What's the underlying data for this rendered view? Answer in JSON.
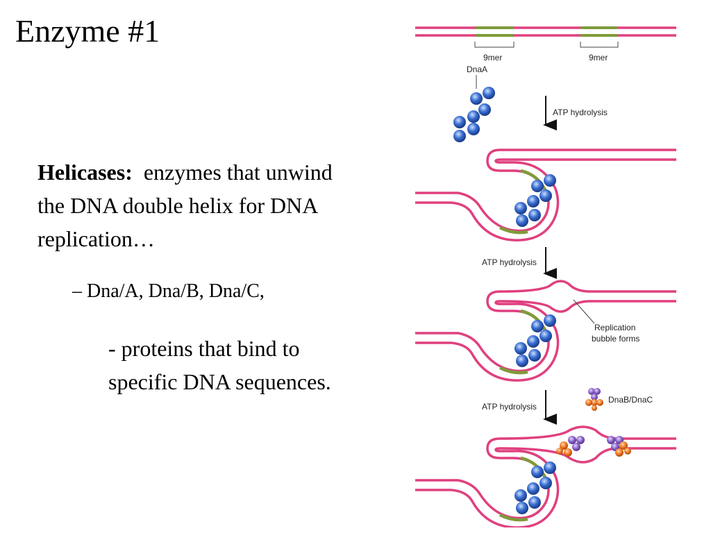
{
  "slide": {
    "title": "Enzyme #1",
    "term": "Helicases:",
    "definition": "enzymes that unwind the DNA double helix for DNA replication…",
    "bullet": "– Dna/A, Dna/B, Dna/C,",
    "subpoint": "- proteins that bind to specific DNA sequences."
  },
  "diagram": {
    "labels": {
      "ninemer_left": "9mer",
      "ninemer_right": "9mer",
      "dnaa": "DnaA",
      "atp1": "ATP hydrolysis",
      "atp2": "ATP hydrolysis",
      "bubble_line1": "Replication",
      "bubble_line2": "bubble forms",
      "atp3": "ATP hydrolysis",
      "dnab_dnac": "DnaB/DnaC"
    },
    "colors": {
      "dna_strand": "#e0407f",
      "binding_site": "#7f9b3a",
      "dnaa_protein": "#3a6fd1",
      "dnab_protein": "#8a63c8",
      "dnac_protein": "#f07a22"
    }
  }
}
